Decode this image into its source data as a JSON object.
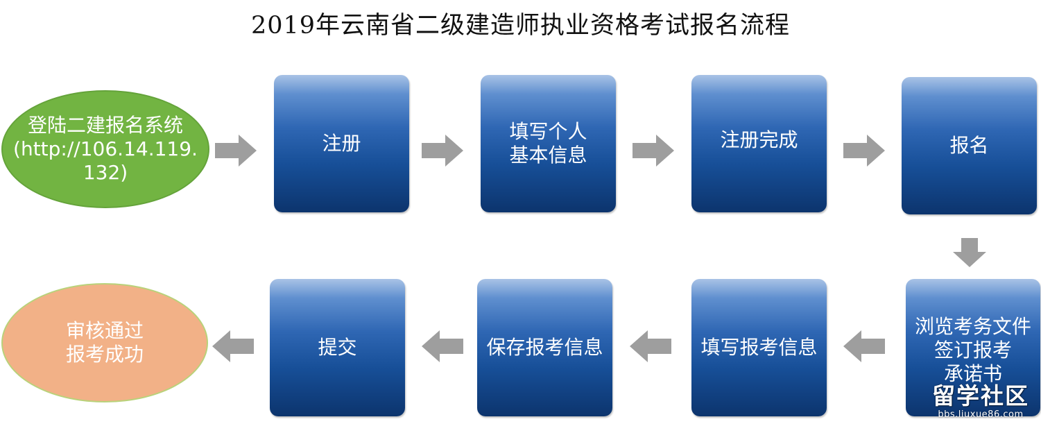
{
  "title": "2019年云南省二级建造师执业资格考试报名流程",
  "colors": {
    "box_gradient_top": "#a9c3e6",
    "box_gradient_bottom": "#0c346d",
    "start_fill": "#72b442",
    "end_fill": "#f2b187",
    "arrow_fill": "#9e9e9e",
    "text": "#ffffff"
  },
  "flow": {
    "start": "登陆二建报名系统\n(http://106.14.119.132)",
    "steps": [
      "注册",
      "填写个人\n基本信息",
      "注册完成",
      "报名",
      "浏览考务文件\n签订报考\n承诺书",
      "填写报考信息",
      "保存报考信息",
      "提交"
    ],
    "end": "审核通过\n报考成功"
  },
  "watermark": {
    "main": "留学社区",
    "sub": "bbs.liuxue86.com"
  }
}
